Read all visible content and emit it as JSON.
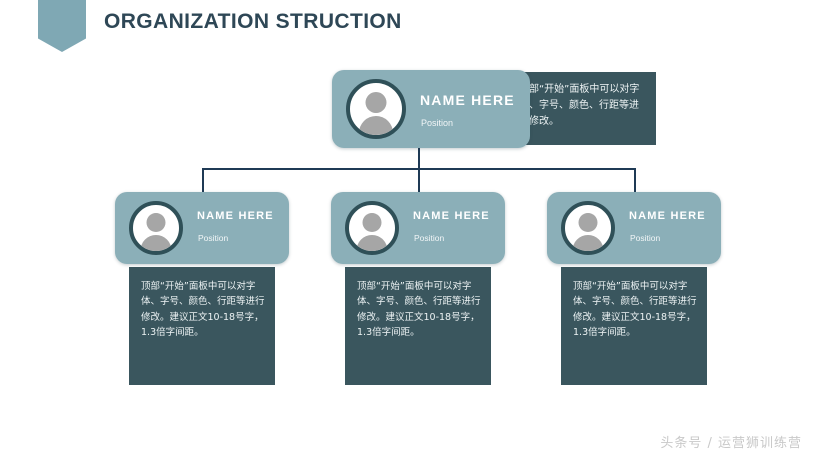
{
  "slide": {
    "title": "ORGANIZATION STRUCTION",
    "background_color": "#FFFFFF"
  },
  "theme": {
    "banner_color": "#7FA8B4",
    "title_color": "#2E4756",
    "card_color": "#8BAFB8",
    "panel_color": "#3A565E",
    "connector_color": "#1F3A55",
    "avatar_ring_color": "#2F5058",
    "avatar_silhouette_color": "#A6A6A6",
    "panel_text_color": "#EDF3F4",
    "watermark_color": "#C9C9C9"
  },
  "chart_data": {
    "type": "diagram",
    "diagram_kind": "organization-chart",
    "levels": 2,
    "root_children": 3
  },
  "root": {
    "name": "NAME HERE",
    "position": "Position",
    "avatar_icon": "person-avatar-icon",
    "panel_text": "顶部“开始”面板中可以对字体、字号、颜色、行距等进行修改。"
  },
  "children": [
    {
      "name": "NAME HERE",
      "position": "Position",
      "avatar_icon": "person-avatar-icon",
      "panel_text": "顶部“开始”面板中可以对字体、字号、颜色、行距等进行修改。建议正文10-18号字，1.3倍字间距。"
    },
    {
      "name": "NAME HERE",
      "position": "Position",
      "avatar_icon": "person-avatar-icon",
      "panel_text": "顶部“开始”面板中可以对字体、字号、颜色、行距等进行修改。建议正文10-18号字，1.3倍字间距。"
    },
    {
      "name": "NAME HERE",
      "position": "Position",
      "avatar_icon": "person-avatar-icon",
      "panel_text": "顶部“开始”面板中可以对字体、字号、颜色、行距等进行修改。建议正文10-18号字，1.3倍字间距。"
    }
  ],
  "footer": {
    "watermark": "头条号 / 运营狮训练营"
  }
}
